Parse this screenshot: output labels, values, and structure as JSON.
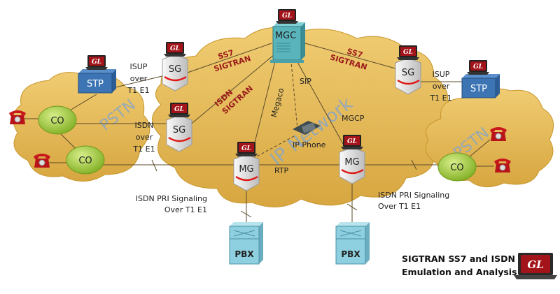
{
  "diagram": {
    "clouds": {
      "pstn_left": "PSTN",
      "ip_network": "IP Network",
      "pstn_right": "PSTN"
    },
    "nodes": {
      "stp_left": "STP",
      "stp_right": "STP",
      "sg_top_left": "SG",
      "sg_mid_left": "SG",
      "sg_right": "SG",
      "mgc": "MGC",
      "mg_left": "MG",
      "mg_right": "MG",
      "co_left_top": "CO",
      "co_left_bottom": "CO",
      "co_right": "CO",
      "pbx_left": "PBX",
      "pbx_right": "PBX",
      "ip_phone": "IP Phone"
    },
    "laptop_badge": "GL",
    "links": {
      "isup_left": [
        "ISUP",
        "over",
        "T1 E1"
      ],
      "isup_right": [
        "ISUP",
        "over",
        "T1 E1"
      ],
      "isdn_left": [
        "ISDN",
        "over",
        "T1 E1"
      ],
      "ss7_sigtran_left": [
        "SS7",
        "SIGTRAN"
      ],
      "ss7_sigtran_right": [
        "SS7",
        "SIGTRAN"
      ],
      "isdn_sigtran": [
        "ISDN",
        "SIGTRAN"
      ],
      "megaco": "Megaco",
      "sip": "SIP",
      "mgcp": "MGCP",
      "rtp": "RTP",
      "pri_left": [
        "ISDN PRI Signaling",
        "Over T1 E1"
      ],
      "pri_right": [
        "ISDN PRI Signaling",
        "Over T1 E1"
      ]
    },
    "caption": [
      "SIGTRAN  SS7 and ISDN",
      "Emulation and Analysis"
    ],
    "colors": {
      "cloud": "#e0b24a",
      "cloud_edge": "#c8962c",
      "stp": "#3c74b4",
      "node_silver": "#e6e6e6",
      "co": "#9cc63a",
      "pbx": "#8fd0e0",
      "mgc": "#5ab4bc",
      "gl_red": "#9b1010",
      "phone_red": "#c8181c",
      "label_red": "#9b1b1b"
    }
  }
}
